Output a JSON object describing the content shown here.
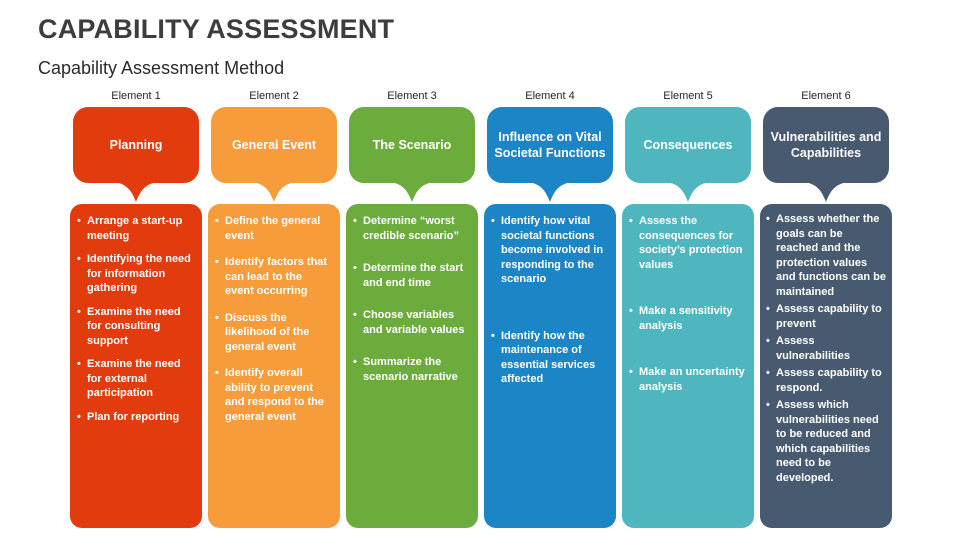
{
  "slide": {
    "title": "CAPABILITY ASSESSMENT",
    "subtitle": "Capability Assessment Method"
  },
  "columns": [
    {
      "element": "Element 1",
      "header": "Planning",
      "color": "#E23C0E",
      "items": [
        "Arrange a start-up meeting",
        "Identifying the need for information gathering",
        "Examine the need for consulting support",
        "Examine the need for external participation",
        "Plan for reporting"
      ]
    },
    {
      "element": "Element 2",
      "header": "General Event",
      "color": "#F79C3B",
      "items": [
        "Define the general event",
        "Identify factors that can lead to the event occurring",
        "Discuss the likelihood of the general event",
        "Identify overall ability to prevent and respond to the general event"
      ]
    },
    {
      "element": "Element 3",
      "header": "The Scenario",
      "color": "#6CAC3C",
      "items": [
        "Determine “worst credible scenario”",
        "Determine the start and end time",
        "Choose variables and variable values",
        "Summarize the scenario narrative"
      ]
    },
    {
      "element": "Element 4",
      "header": "Influence on Vital Societal Functions",
      "color": "#1C85C6",
      "items": [
        "Identify how vital societal functions become involved in responding to the scenario",
        "Identify how the maintenance of essential services affected"
      ]
    },
    {
      "element": "Element 5",
      "header": "Consequences",
      "color": "#4FB6C0",
      "items": [
        "Assess the consequences for society’s protection values",
        "Make a sensitivity analysis",
        "Make an uncertainty analysis"
      ]
    },
    {
      "element": "Element 6",
      "header": "Vulnerabilities and Capabilities",
      "color": "#475A6F",
      "items": [
        "Assess whether the goals can be reached and the protection values and functions can be maintained",
        "Assess capability to prevent",
        "Assess vulnerabilities",
        "Assess capability to respond.",
        "Assess which vulnerabilities need to be reduced and which capabilities need to be developed."
      ]
    }
  ]
}
